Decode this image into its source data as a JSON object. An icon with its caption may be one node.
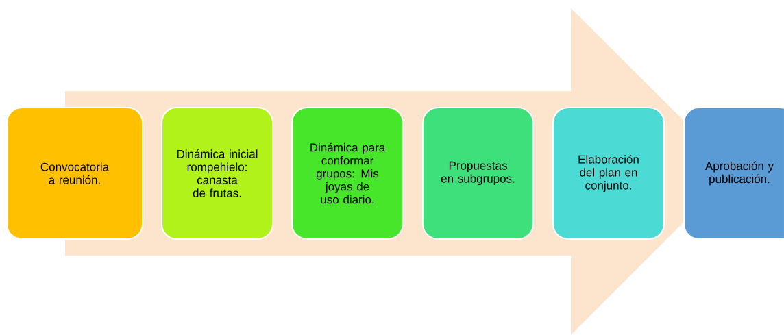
{
  "diagram": {
    "nodes": [
      {
        "text": [
          "Convocatoria a reunión."
        ]
      },
      {
        "text": [
          "Dinámica inicial rompehielo: canasta de frutas."
        ]
      },
      {
        "text": [
          "Dinámica para conformar grupos: Mis joyas de uso diario."
        ]
      },
      {
        "text": [
          "Propuestas en subgrupos."
        ]
      },
      {
        "text": [
          "Elaboración del plan en conjunto."
        ]
      },
      {
        "text": [
          "Aprobación y publicación."
        ]
      }
    ],
    "edges": [
      {
        "from": 0,
        "to": 5,
        "arrow": "to"
      }
    ]
  }
}
